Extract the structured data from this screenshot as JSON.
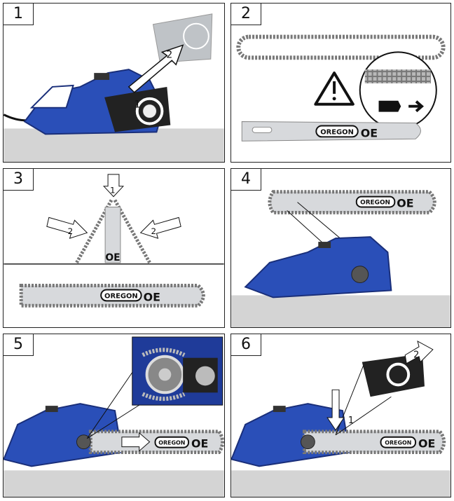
{
  "panels": [
    {
      "number": "1"
    },
    {
      "number": "2"
    },
    {
      "number": "3"
    },
    {
      "number": "4"
    },
    {
      "number": "5"
    },
    {
      "number": "6"
    }
  ],
  "callouts": {
    "one": "1",
    "two": "2"
  },
  "brand": {
    "name": "OREGON",
    "logo": "OE"
  },
  "icons": [
    "warning-icon",
    "chain-direction-icon",
    "arrow-right-icon"
  ],
  "colors": {
    "saw_blue": "#2a4fb8",
    "saw_dark": "#1a2f7a",
    "bar": "#d7d9dc",
    "ground": "#d4d4d4",
    "chain": "#8a8a8a"
  }
}
